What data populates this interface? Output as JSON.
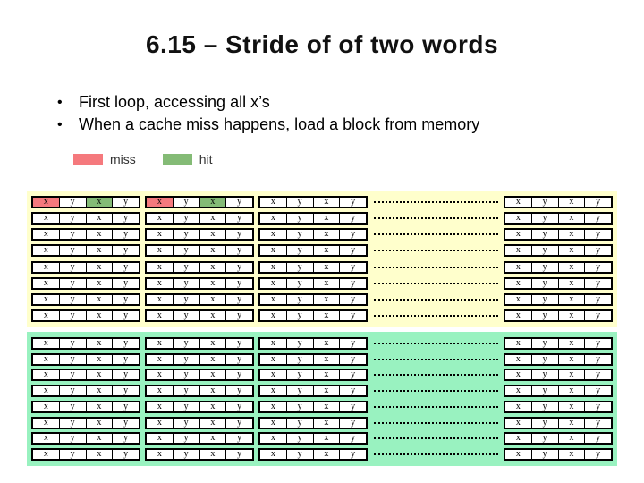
{
  "title": "6.15 – Stride of of two words",
  "bullets": [
    "First loop, accessing all x’s",
    "When a cache miss happens, load a block from memory"
  ],
  "legend": [
    {
      "label": "miss",
      "state": "miss"
    },
    {
      "label": "hit",
      "state": "hit"
    }
  ],
  "colors": {
    "miss": "#f5797d",
    "hit": "#84bb76",
    "grid_top_bg": "#ffffcc",
    "grid_bottom_bg": "#99f2c0"
  },
  "grids": [
    {
      "name": "cache-grid-first-loop",
      "bg_key": "grid_top_bg",
      "row_count": 8,
      "block_count": 4,
      "cell_labels": [
        "x",
        "y",
        "x",
        "y"
      ],
      "dots_before_block": 3,
      "highlights": [
        {
          "row": 0,
          "block": 0,
          "cell": 0,
          "state": "miss"
        },
        {
          "row": 0,
          "block": 0,
          "cell": 2,
          "state": "hit"
        },
        {
          "row": 0,
          "block": 1,
          "cell": 0,
          "state": "miss"
        },
        {
          "row": 0,
          "block": 1,
          "cell": 2,
          "state": "hit"
        }
      ]
    },
    {
      "name": "memory-grid",
      "bg_key": "grid_bottom_bg",
      "row_count": 8,
      "block_count": 4,
      "cell_labels": [
        "x",
        "y",
        "x",
        "y"
      ],
      "dots_before_block": 3,
      "highlights": []
    }
  ]
}
